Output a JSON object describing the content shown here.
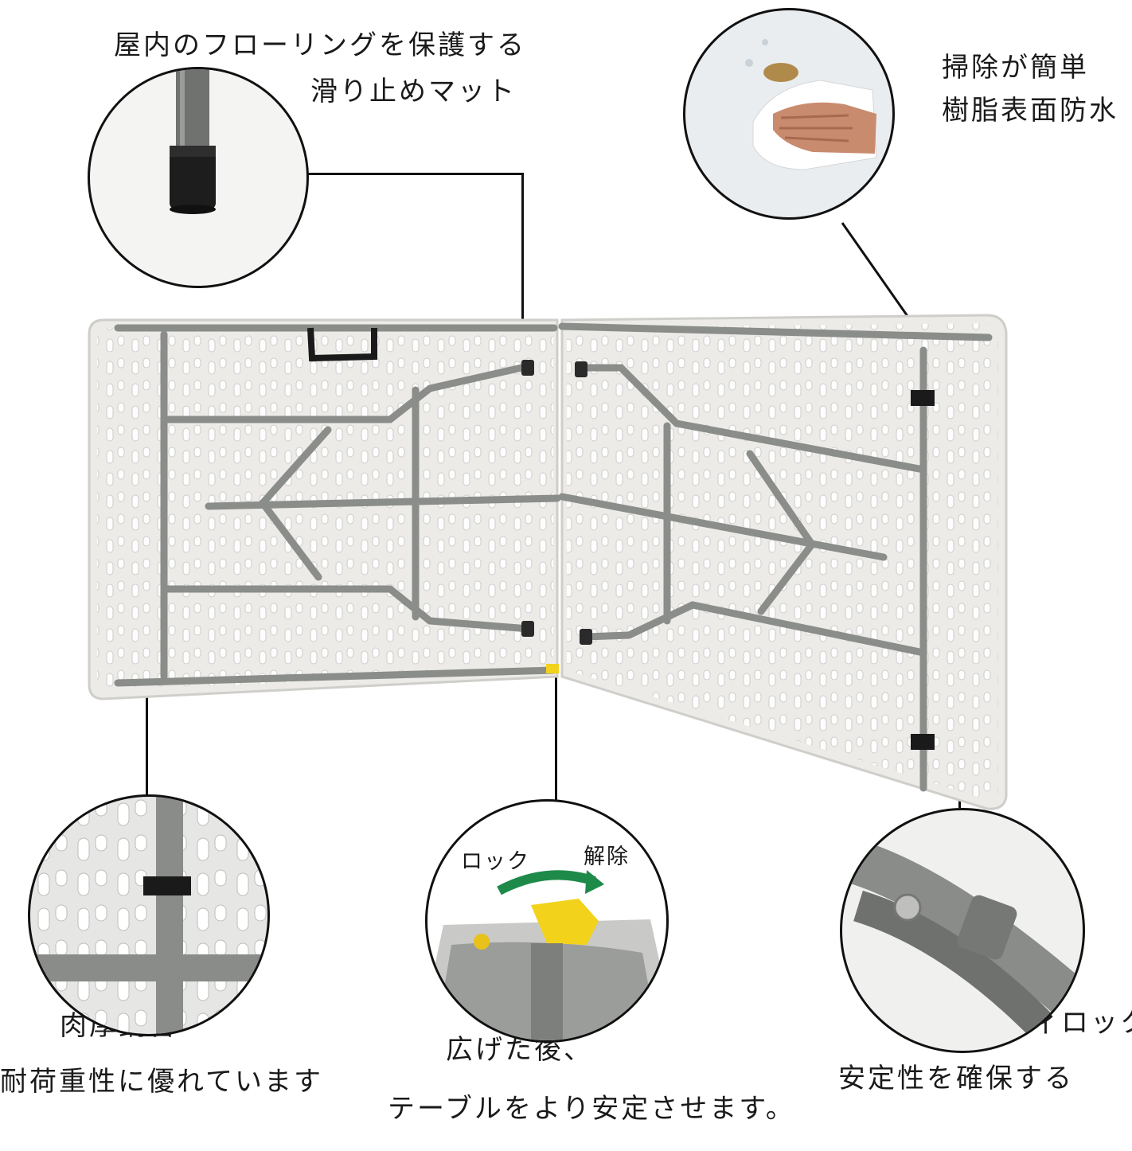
{
  "callouts": {
    "mat": {
      "line1": "屋内のフローリングを保護する",
      "line2": "滑り止めマット"
    },
    "clean": {
      "line1": "掃除が簡単",
      "line2": "樹脂表面防水"
    },
    "pipe": {
      "line1": "肉厚鋼管",
      "line2": "耐荷重性に優れています"
    },
    "lock": {
      "line1": "広げた後、",
      "line2": "テーブルをより安定させます。",
      "arrow_left": "ロック",
      "arrow_right": "解除"
    },
    "security": {
      "line1": "セキュリティロック",
      "line2": "安定性を確保する"
    }
  },
  "colors": {
    "frame": "#8a8d8a",
    "table": "#e9e9e7",
    "lock_yellow": "#f2d21b",
    "arrow_green": "#1e8a4a"
  }
}
